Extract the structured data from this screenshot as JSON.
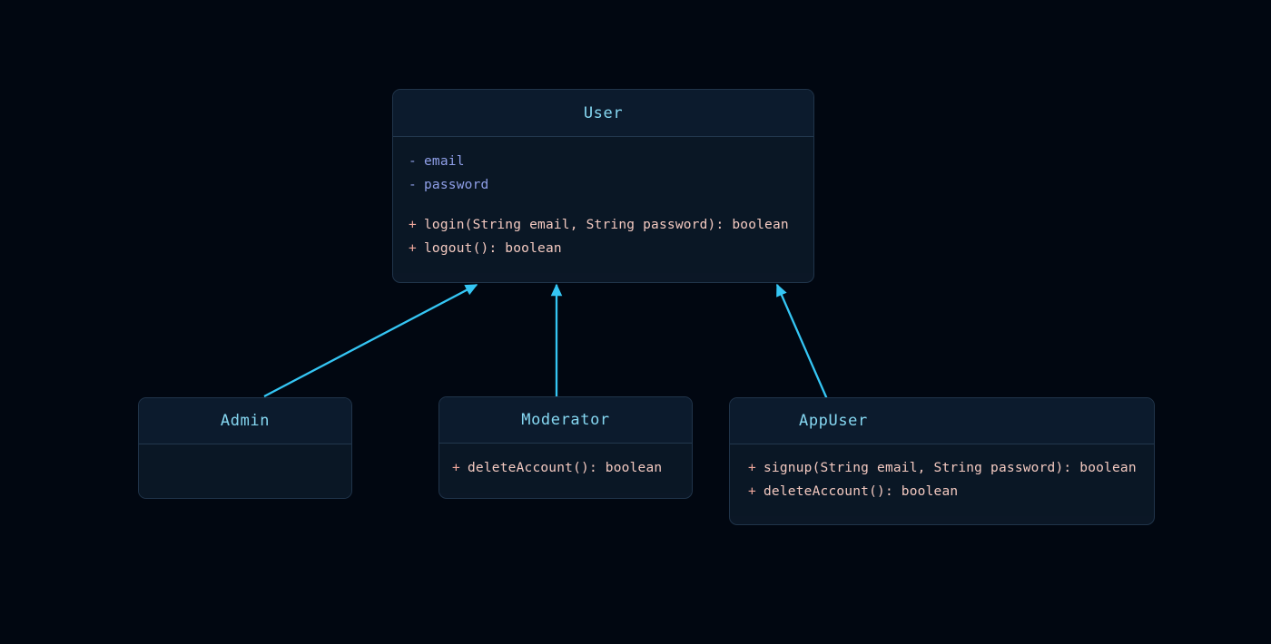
{
  "diagram": {
    "type": "uml-class-diagram",
    "background_color": "#010711",
    "accent_color": "#35c6f4",
    "title_color": "#86d8f2",
    "attribute_color": "#8f9fe8",
    "method_color": "#f3c9c0",
    "box_fill": "#0b1726",
    "box_border": "#20344a"
  },
  "classes": {
    "user": {
      "name": "User",
      "attributes": [
        {
          "visibility": "-",
          "text": "email"
        },
        {
          "visibility": "-",
          "text": "password"
        }
      ],
      "methods": [
        {
          "visibility": "+",
          "text": "login(String email, String password): boolean"
        },
        {
          "visibility": "+",
          "text": "logout(): boolean"
        }
      ]
    },
    "admin": {
      "name": "Admin",
      "attributes": [],
      "methods": []
    },
    "moderator": {
      "name": "Moderator",
      "attributes": [],
      "methods": [
        {
          "visibility": "+",
          "text": "deleteAccount(): boolean"
        }
      ]
    },
    "appuser": {
      "name": "AppUser",
      "attributes": [],
      "methods": [
        {
          "visibility": "+",
          "text": "signup(String email, String password): boolean"
        },
        {
          "visibility": "+",
          "text": "deleteAccount(): boolean"
        }
      ]
    }
  },
  "relationships": [
    {
      "from": "Admin",
      "to": "User",
      "type": "generalization"
    },
    {
      "from": "Moderator",
      "to": "User",
      "type": "generalization"
    },
    {
      "from": "AppUser",
      "to": "User",
      "type": "generalization"
    }
  ]
}
